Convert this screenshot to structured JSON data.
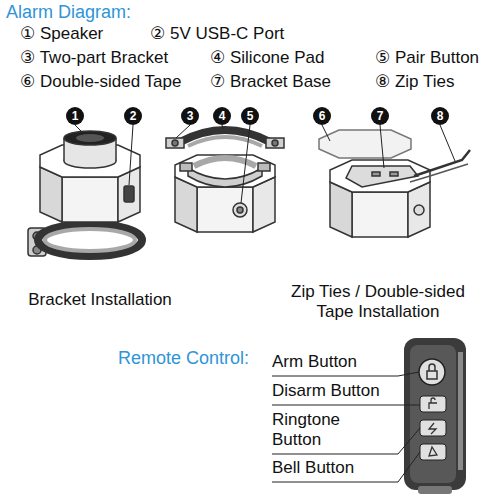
{
  "diagram": {
    "title": "Alarm Diagram:",
    "labels": [
      "① Speaker",
      "② 5V USB-C Port",
      "③ Two-part Bracket",
      "④ Silicone Pad",
      "⑤ Pair Button",
      "⑥ Double-sided Tape",
      "⑦ Bracket Base",
      "⑧ Zip Ties",
      "1",
      "2",
      "3",
      "4",
      "5",
      "6",
      "7",
      "8",
      "Bracket Installation",
      "Zip Ties / Double-sided Tape Installation",
      "Remote Control:",
      "Arm Button",
      "Disarm Button",
      "Ringtone Button",
      "Bell Button"
    ]
  }
}
